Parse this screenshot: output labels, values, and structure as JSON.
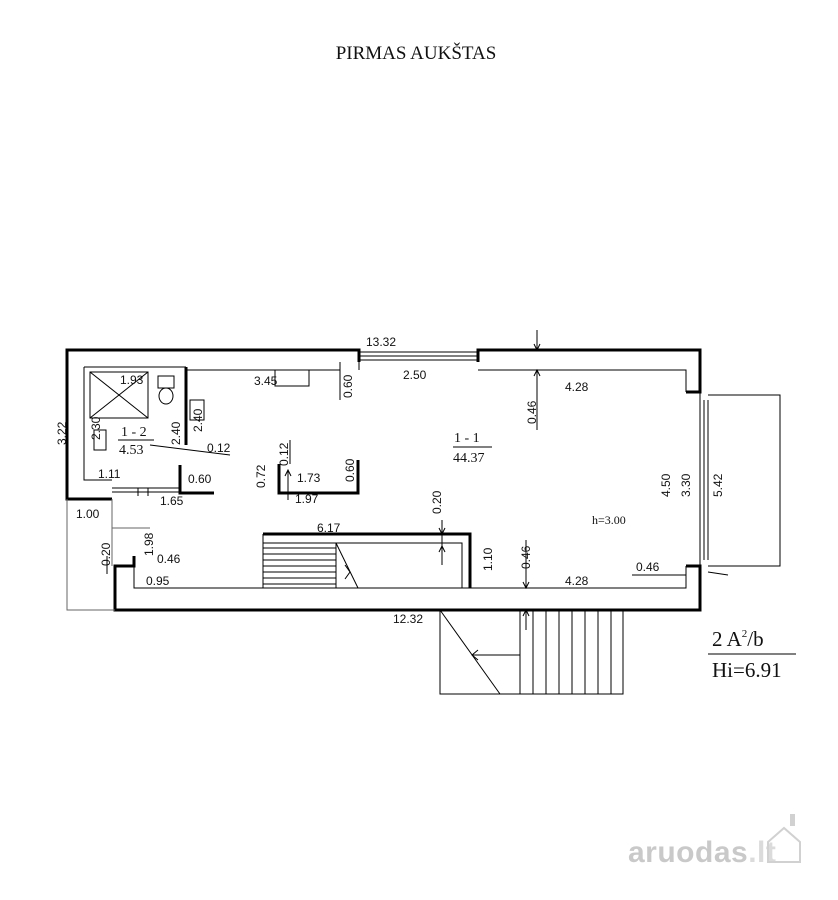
{
  "title": "PIRMAS AUKŠTAS",
  "rooms": [
    {
      "id": "1 - 1",
      "area": "44.37"
    },
    {
      "id": "1 - 2",
      "area": "4.53"
    }
  ],
  "height_note": "h=3.00",
  "dimensions": {
    "top_total": "13.32",
    "bottom_total": "12.32",
    "top_opening": "2.50",
    "right_top_segment": "4.28",
    "right_bottom_segment": "4.28",
    "top_offset": "0.46",
    "bottom_offset": "0.46",
    "right_offset": "0.46",
    "right_height_outer": "4.50",
    "right_height_inner": "3.30",
    "balcony_height": "5.42",
    "left_height": "3.22",
    "bath_width": "1.93",
    "bath_shower": "2.30",
    "bath_height": "2.40",
    "bath_height_2": "2.40",
    "bath_bottom": "1.11",
    "bath_door": "1.65",
    "partition_thickness": "0.12",
    "partition_gap": "0.60",
    "kitchen_top": "3.45",
    "kitchen_wall": "0.60",
    "island_thickness": "0.12",
    "island_left": "0.72",
    "island_width": "1.73",
    "island_right": "0.60",
    "island_outer": "1.97",
    "stair_width": "6.17",
    "stair_gap": "0.20",
    "stair_height": "1.10",
    "stair_offset": "0.46",
    "entrance_width": "1.00",
    "entrance_depth": "1.98",
    "entrance_small": "0.20",
    "entrance_offset": "0.46",
    "entrance_bottom": "0.95"
  },
  "legend": {
    "line1_prefix": "2 A",
    "line1_sup": "2",
    "line1_suffix": "/b",
    "line2": "Hi=6.91"
  },
  "watermark": {
    "text": "aruodas",
    "suffix": ".lt"
  }
}
